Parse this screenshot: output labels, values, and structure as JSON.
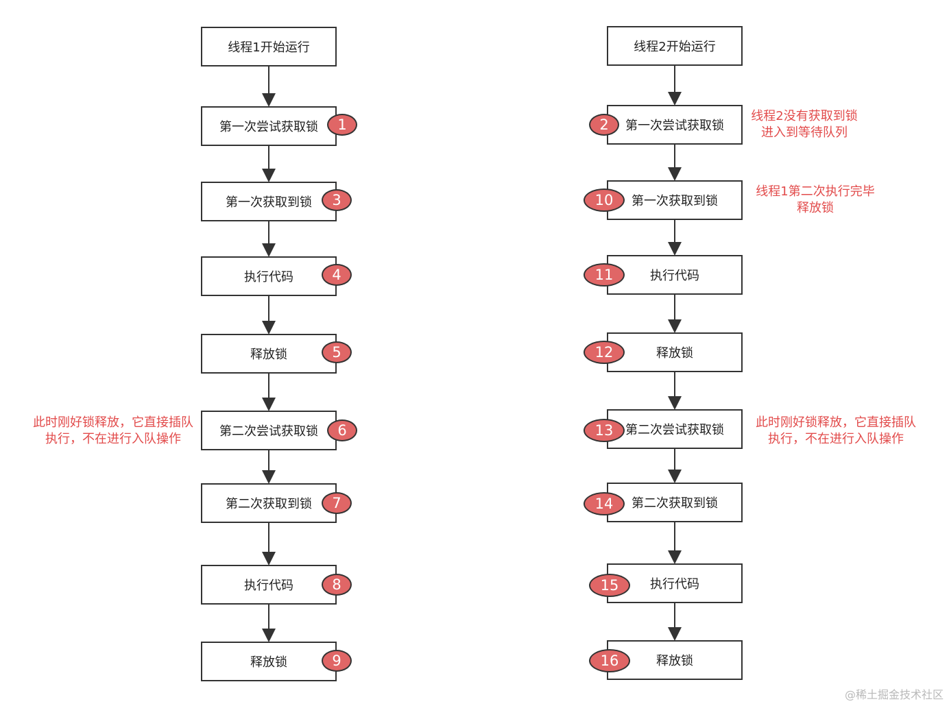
{
  "diagram": {
    "thread1": {
      "nodes": [
        {
          "label": "线程1开始运行"
        },
        {
          "label": "第一次尝试获取锁",
          "step": "1"
        },
        {
          "label": "第一次获取到锁",
          "step": "3"
        },
        {
          "label": "执行代码",
          "step": "4"
        },
        {
          "label": "释放锁",
          "step": "5"
        },
        {
          "label": "第二次尝试获取锁",
          "step": "6"
        },
        {
          "label": "第二次获取到锁",
          "step": "7"
        },
        {
          "label": "执行代码",
          "step": "8"
        },
        {
          "label": "释放锁",
          "step": "9"
        }
      ],
      "note": {
        "line1": "此时刚好锁释放，它直接插队",
        "line2": "执行，不在进行入队操作"
      }
    },
    "thread2": {
      "nodes": [
        {
          "label": "线程2开始运行"
        },
        {
          "label": "第一次尝试获取锁",
          "step": "2"
        },
        {
          "label": "第一次获取到锁",
          "step": "10"
        },
        {
          "label": "执行代码",
          "step": "11"
        },
        {
          "label": "释放锁",
          "step": "12"
        },
        {
          "label": "第二次尝试获取锁",
          "step": "13"
        },
        {
          "label": "第二次获取到锁",
          "step": "14"
        },
        {
          "label": "执行代码",
          "step": "15"
        },
        {
          "label": "释放锁",
          "step": "16"
        }
      ],
      "notes": [
        {
          "line1": "线程2没有获取到锁",
          "line2": "进入到等待队列"
        },
        {
          "line1": "线程1第二次执行完毕",
          "line2": "释放锁"
        },
        {
          "line1": "此时刚好锁释放，它直接插队",
          "line2": "执行，不在进行入队操作"
        }
      ]
    },
    "colors": {
      "badge_fill": "#e06666",
      "note_text": "#e24b4b",
      "stroke": "#333333"
    },
    "watermark": "@稀土掘金技术社区"
  }
}
